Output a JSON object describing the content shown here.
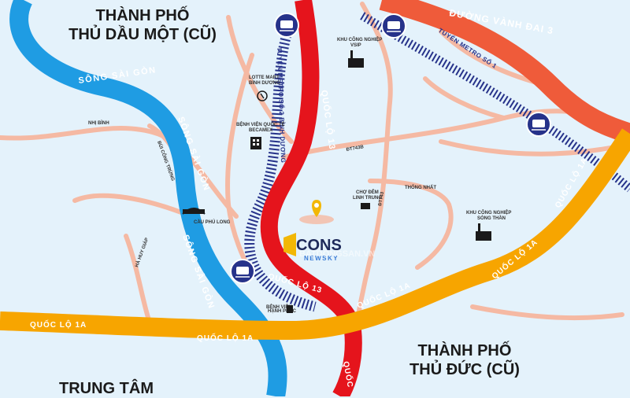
{
  "cities": {
    "thu_dau_mot": {
      "line1": "THÀNH PHỐ",
      "line2": "THỦ DẦU MỘT (CŨ)"
    },
    "thu_duc": {
      "line1": "THÀNH PHỐ",
      "line2": "THỦ ĐỨC (CŨ)"
    },
    "trung_tam": "TRUNG TÂM"
  },
  "roads": {
    "ql13_top": "QUỐC LỘ 13",
    "ql13_mid": "QUỐC LỘ 13",
    "ql13_bottom": "QUỐC",
    "ql1a_left": "QUỐC LỘ 1A",
    "ql1a_mid": "QUỐC LỘ 1A",
    "ql1a_center": "QUỐC LỘ 1A",
    "ql1a_right1": "QUỐC LỘ 1A",
    "ql1a_right2": "QUỐC LỘ 1A",
    "ring3": "ĐƯỜNG VÀNH ĐAI 3",
    "nhi_binh": "NHỊ BÌNH",
    "bui_cong_trung": "BÙI CÔNG TRỪNG",
    "ha_huy_giap": "HÀ HUY GIÁP",
    "dt743b": "ĐT743B",
    "dt743": "ĐT743",
    "thong_nhat": "THỐNG NHẤT"
  },
  "rivers": {
    "top": "SÔNG SÀI GÒN",
    "mid": "SÔNG SÀI GÒN",
    "lower": "SÔNG SÀI GÒN"
  },
  "metro": {
    "line1": "TUYẾN METRO SỐ 1",
    "line2": "TUYẾN METRO SỐ 2 BÌNH DƯƠNG"
  },
  "pois": {
    "vsip": {
      "line1": "KHU CÔNG NGHIỆP",
      "line2": "VSIP"
    },
    "lotte": {
      "line1": "LOTTE MART",
      "line2": "BÌNH DƯƠNG"
    },
    "becamex": {
      "line1": "BỆNH VIỆN QUỐC TẾ",
      "line2": "BECAMEX"
    },
    "linh_trung": {
      "line1": "CHỢ ĐÊM",
      "line2": "LINH TRUNG"
    },
    "song_than": {
      "line1": "KHU CÔNG NGHIỆP",
      "line2": "SÓNG THẦN"
    },
    "bridge": "CẦU PHÚ LONG",
    "hospital2": {
      "line1": "BỆNH VIỆN",
      "line2": "HẠNH PHÚC"
    }
  },
  "project": {
    "brand": "CONS",
    "sub": "NEWSKY",
    "watermark": "BATDONGSAN.VN"
  },
  "colors": {
    "background": "#e4f2fb",
    "river": "#1f9ce3",
    "ql13": "#e5141c",
    "ql1a": "#f7a500",
    "ring3": "#ef5b3a",
    "minor_road": "#f5b9a3",
    "metro": "#26328a",
    "brand": "#f2b705"
  }
}
